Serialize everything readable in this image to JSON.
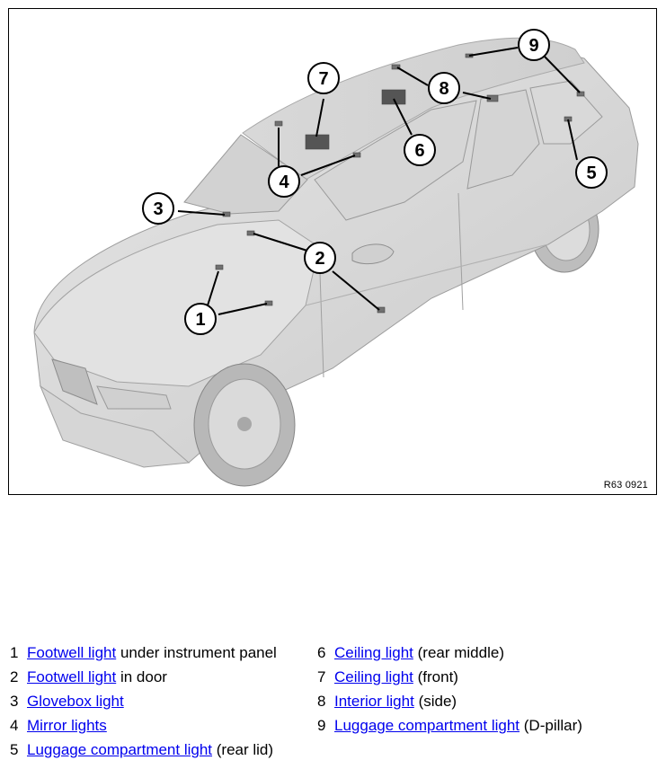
{
  "figure": {
    "code": "R63 0921",
    "callouts": [
      "1",
      "2",
      "3",
      "4",
      "5",
      "6",
      "7",
      "8",
      "9"
    ]
  },
  "legend": {
    "left": [
      {
        "num": "1",
        "link": "Footwell light",
        "rest": "under instrument panel"
      },
      {
        "num": "2",
        "link": "Footwell light",
        "rest": "in door"
      },
      {
        "num": "3",
        "link": "Glovebox light",
        "rest": ""
      },
      {
        "num": "4",
        "link": "Mirror lights",
        "rest": ""
      },
      {
        "num": "5",
        "link": "Luggage compartment light",
        "rest": "(rear lid)"
      }
    ],
    "right": [
      {
        "num": "6",
        "link": "Ceiling light",
        "rest": "(rear middle)"
      },
      {
        "num": "7",
        "link": "Ceiling light",
        "rest": "(front)"
      },
      {
        "num": "8",
        "link": "Interior light",
        "rest": "(side)"
      },
      {
        "num": "9",
        "link": "Luggage compartment light",
        "rest": "(D-pillar)"
      }
    ]
  }
}
